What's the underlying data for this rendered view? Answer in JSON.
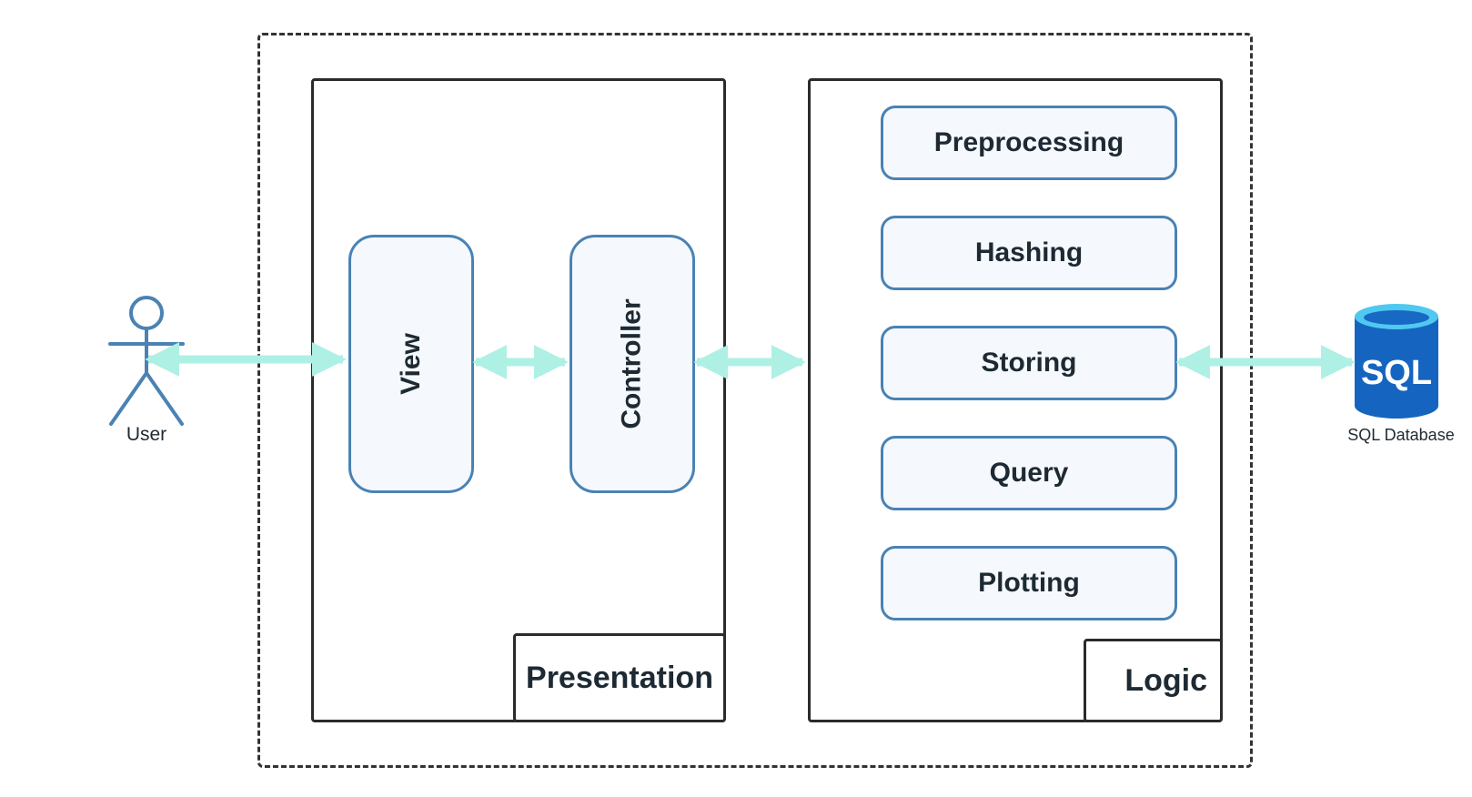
{
  "actor": {
    "label": "User"
  },
  "database": {
    "icon_text": "SQL",
    "label": "SQL Database"
  },
  "presentation": {
    "label": "Presentation",
    "components": {
      "view": "View",
      "controller": "Controller"
    }
  },
  "logic": {
    "label": "Logic",
    "modules": [
      "Preprocessing",
      "Hashing",
      "Storing",
      "Query",
      "Plotting"
    ]
  },
  "colors": {
    "component_border": "#4a82b4",
    "component_fill": "#f5f9fd",
    "arrow": "#aef0e4",
    "layer_border": "#2b2b2b",
    "db_blue": "#1565c0",
    "db_cyan": "#50c8f0"
  }
}
